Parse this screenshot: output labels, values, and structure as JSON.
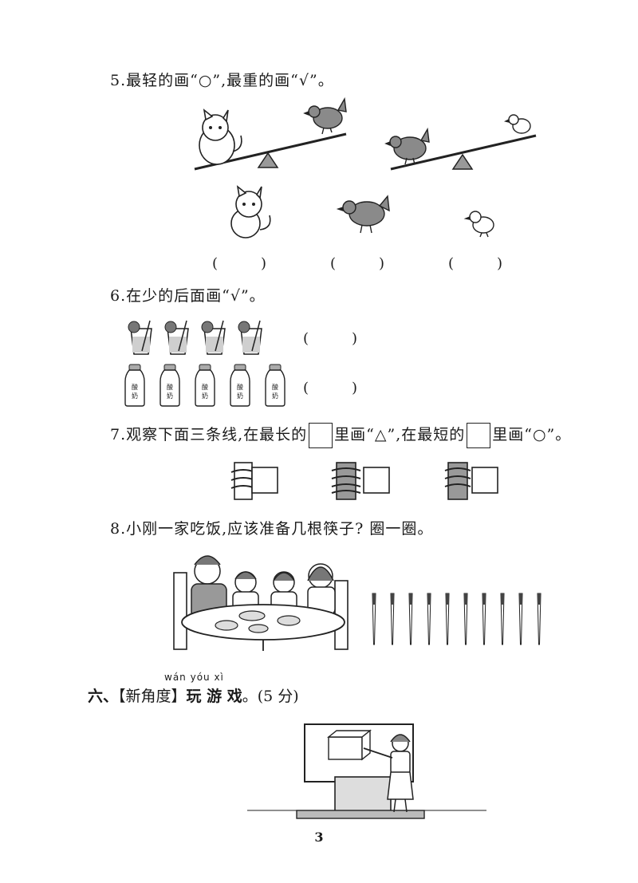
{
  "q5": {
    "text": "5.最轻的画“○”,最重的画“√”。",
    "answers": [
      "(　　　)",
      "(　　　)",
      "(　　　)"
    ]
  },
  "q6": {
    "text": "6.在少的后面画“√”。",
    "bottle_label": "酸奶",
    "answers": [
      "(　　　)",
      "(　　　)"
    ],
    "cup_count": 4,
    "bottle_count": 5
  },
  "q7": {
    "text_a": "7.观察下面三条线,在最长的",
    "text_b": "里画“△”,在最短的",
    "text_c": "里画“○”。"
  },
  "q8": {
    "text": "8.小刚一家吃饭,应该准备几根筷子? 圈一圈。",
    "chopstick_count": 10
  },
  "section6": {
    "pinyin": "wán yóu xì",
    "prefix": "六、",
    "tag": "【新角度】",
    "title": "玩 游 戏",
    "score": "。(5 分)"
  },
  "page_number": "3"
}
